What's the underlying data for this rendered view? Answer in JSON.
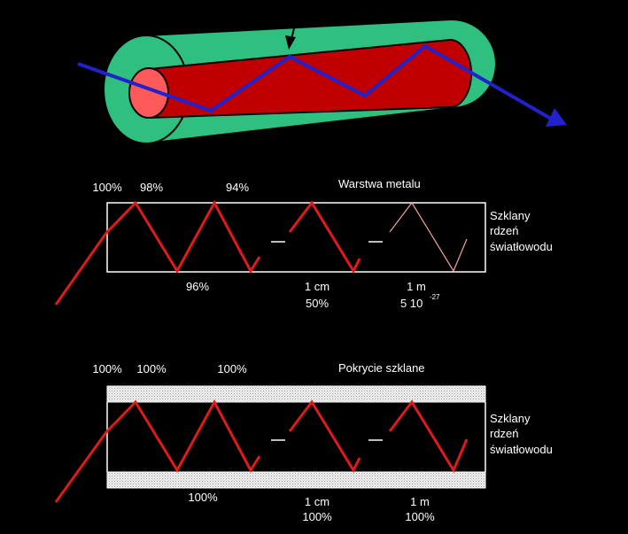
{
  "colors": {
    "background": "#000000",
    "cladding": "#2fbf7f",
    "core": "#c00000",
    "core_end": "#ff5a5a",
    "ray": "#2222cc",
    "zigzag": "#e01a1a",
    "faded_zigzag": "#f0a0a0",
    "label": "#ffffff"
  },
  "panel_metal": {
    "title": "Warstwa metalu",
    "top_labels": [
      "100%",
      "98%",
      "94%"
    ],
    "bottom_labels": [
      "96%",
      "1 cm",
      "50%",
      "1 m",
      "5 10",
      "-27"
    ],
    "side_label": [
      "Szklany",
      "rdzeń",
      "światłowodu"
    ]
  },
  "panel_glass": {
    "title": "Pokrycie szklane",
    "top_labels": [
      "100%",
      "100%",
      "100%"
    ],
    "bottom_labels": [
      "100%",
      "1 cm",
      "100%",
      "1 m",
      "100%"
    ],
    "side_label": [
      "Szklany",
      "rdzeń",
      "światłowodu"
    ]
  }
}
